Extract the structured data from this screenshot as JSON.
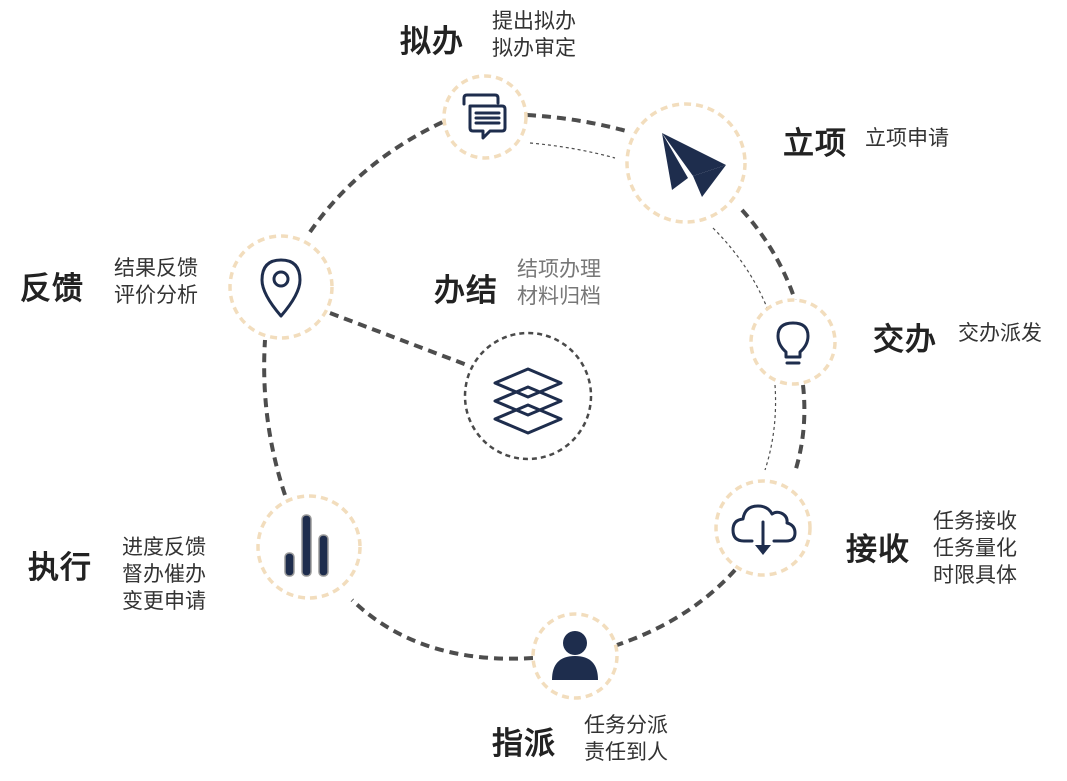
{
  "steps": {
    "niban": {
      "title": "拟办",
      "lines": [
        "提出拟办",
        "拟办审定"
      ]
    },
    "lixiang": {
      "title": "立项",
      "lines": [
        "立项申请"
      ]
    },
    "jiaoban": {
      "title": "交办",
      "lines": [
        "交办派发"
      ]
    },
    "jieshou": {
      "title": "接收",
      "lines": [
        "任务接收",
        "任务量化",
        "时限具体"
      ]
    },
    "zhipai": {
      "title": "指派",
      "lines": [
        "任务分派",
        "责任到人"
      ]
    },
    "zhixing": {
      "title": "执行",
      "lines": [
        "进度反馈",
        "督办催办",
        "变更申请"
      ]
    },
    "fankui": {
      "title": "反馈",
      "lines": [
        "结果反馈",
        "评价分析"
      ]
    },
    "banjie": {
      "title": "办结",
      "lines": [
        "结项办理",
        "材料归档"
      ]
    }
  },
  "colors": {
    "icon": "#1e2d4d",
    "ring": "#f2ddbd",
    "path": "#4d4d4d"
  },
  "icons": {
    "niban": "chat-bubbles-icon",
    "lixiang": "paper-plane-icon",
    "jiaoban": "lightbulb-icon",
    "jieshou": "cloud-download-icon",
    "zhipai": "user-icon",
    "zhixing": "bar-chart-icon",
    "fankui": "location-pin-icon",
    "banjie": "layers-icon"
  }
}
